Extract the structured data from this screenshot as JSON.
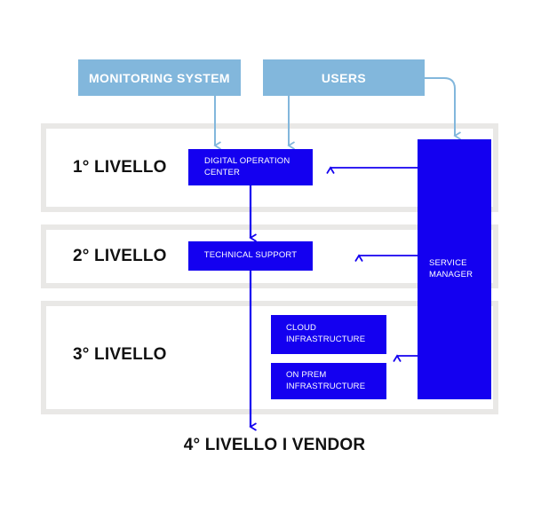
{
  "diagram": {
    "title_footer": "4° LIVELLO I VENDOR",
    "colors": {
      "source_box": "#82b7dc",
      "process_box": "#1400f0",
      "band_border": "#e9e8e6",
      "text_dark": "#111111",
      "text_light": "#ffffff",
      "arrow_light": "#82b7dc",
      "arrow_blue": "#1400f0"
    },
    "sources": [
      {
        "id": "monitoring-system",
        "label": "MONITORING SYSTEM"
      },
      {
        "id": "users",
        "label": "USERS"
      }
    ],
    "levels": [
      {
        "id": "level-1",
        "label": "1° LIVELLO"
      },
      {
        "id": "level-2",
        "label": "2° LIVELLO"
      },
      {
        "id": "level-3",
        "label": "3° LIVELLO"
      }
    ],
    "nodes": [
      {
        "id": "digital-operation-center",
        "label": "DIGITAL OPERATION CENTER",
        "level": "1° LIVELLO"
      },
      {
        "id": "technical-support",
        "label": "TECHNICAL SUPPORT",
        "level": "2° LIVELLO"
      },
      {
        "id": "cloud-infrastructure",
        "label": "CLOUD INFRASTRUCTURE",
        "level": "3° LIVELLO"
      },
      {
        "id": "on-prem-infrastructure",
        "label": "ON PREM INFRASTRUCTURE",
        "level": "3° LIVELLO"
      },
      {
        "id": "service-manager",
        "label": "SERVICE MANAGER",
        "level": "spans 1-3"
      }
    ],
    "connections": [
      {
        "from": "monitoring-system",
        "to": "digital-operation-center",
        "style": "light-blue-arrow-down"
      },
      {
        "from": "users",
        "to": "digital-operation-center",
        "style": "light-blue-arrow-down"
      },
      {
        "from": "users",
        "to": "service-manager",
        "style": "light-blue-elbow-arrow-down"
      },
      {
        "from": "service-manager",
        "to": "digital-operation-center",
        "style": "blue-arrow-left"
      },
      {
        "from": "service-manager",
        "to": "technical-support",
        "style": "blue-arrow-left"
      },
      {
        "from": "service-manager",
        "to": "cloud-infrastructure",
        "style": "blue-arrow-left"
      },
      {
        "from": "digital-operation-center",
        "to": "technical-support",
        "style": "blue-arrow-down"
      },
      {
        "from": "technical-support",
        "to": "4° LIVELLO I VENDOR",
        "style": "blue-arrow-down"
      }
    ]
  }
}
